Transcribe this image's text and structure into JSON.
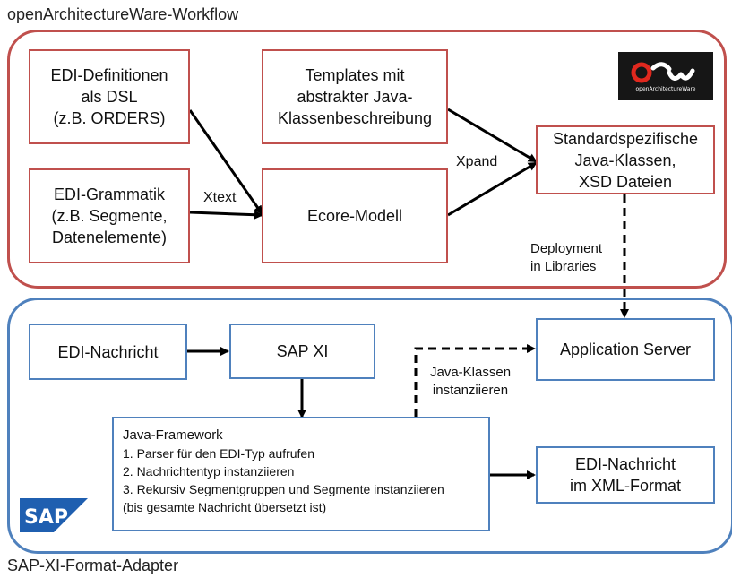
{
  "top_frame": {
    "label": "openArchitectureWare-Workflow"
  },
  "bottom_frame": {
    "label": "SAP-XI-Format-Adapter"
  },
  "boxes": {
    "edi_def": "EDI-Definitionen\nals DSL\n(z.B. ORDERS)",
    "templates": "Templates mit\nabstrakter Java-\nKlassenbeschreibung",
    "edi_grammar": "EDI-Grammatik\n(z.B. Segmente,\nDatenelemente)",
    "ecore": "Ecore-Modell",
    "standard_classes": "Standardspezifische\nJava-Klassen,\nXSD Dateien",
    "edi_message": "EDI-Nachricht",
    "sap_xi": "SAP XI",
    "app_server": "Application Server",
    "edi_xml": "EDI-Nachricht\nim XML-Format"
  },
  "java_framework": {
    "title": "Java-Framework",
    "steps": [
      "1. Parser für den EDI-Typ aufrufen",
      "2. Nachrichtentyp instanziieren",
      "3. Rekursiv Segmentgruppen und Segmente instanziieren",
      "(bis gesamte Nachricht übersetzt ist)"
    ]
  },
  "edge_labels": {
    "xtext": "Xtext",
    "xpand": "Xpand",
    "deployment": "Deployment\nin Libraries",
    "java_inst": "Java-Klassen\ninstanziieren"
  },
  "logos": {
    "oaw_text": "openArchitectureWare",
    "sap_text": "SAP"
  },
  "colors": {
    "red": "#c0504d",
    "blue": "#4f81bd",
    "sap_blue": "#1f5fb0"
  }
}
